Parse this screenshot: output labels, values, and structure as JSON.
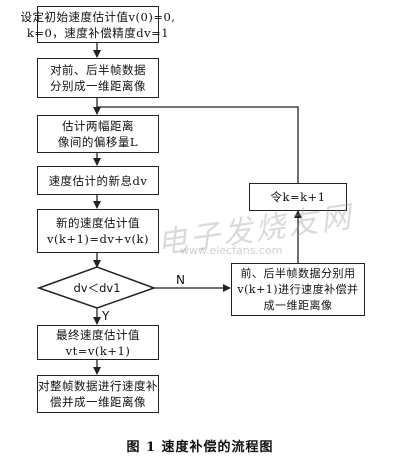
{
  "nodes": {
    "init": {
      "line1": "设定初始速度估计值v(0)=0,",
      "line2": "k=0，速度补偿精度dv=1"
    },
    "split": {
      "line1": "对前、后半帧数据",
      "line2": "分别成一维距离像"
    },
    "estimate_offset": {
      "line1": "估计两幅距离",
      "line2": "像间的偏移量L"
    },
    "innovation": {
      "line1": "速度估计的新息dv"
    },
    "new_velocity": {
      "line1": "新的速度估计值",
      "line2": "v(k+1)=dv+v(k)"
    },
    "decision": {
      "text": "dv＜dv1"
    },
    "update_k": {
      "text": "令k=k+1"
    },
    "compensate_halves": {
      "line1": "前、后半帧数据分别用",
      "line2": "v(k+1)进行速度补偿并",
      "line3": "成一维距离像"
    },
    "final_estimate": {
      "line1": "最终速度估计值",
      "line2": "vt=v(k+1)"
    },
    "full_frame": {
      "line1": "对整帧数据进行速度补",
      "line2": "偿并成一维距离像"
    }
  },
  "edge_labels": {
    "no": "N",
    "yes": "Y"
  },
  "watermark": {
    "text": "电子发烧友网",
    "url": "www.elecfans.com"
  },
  "caption": "图 1    速度补偿的流程图"
}
